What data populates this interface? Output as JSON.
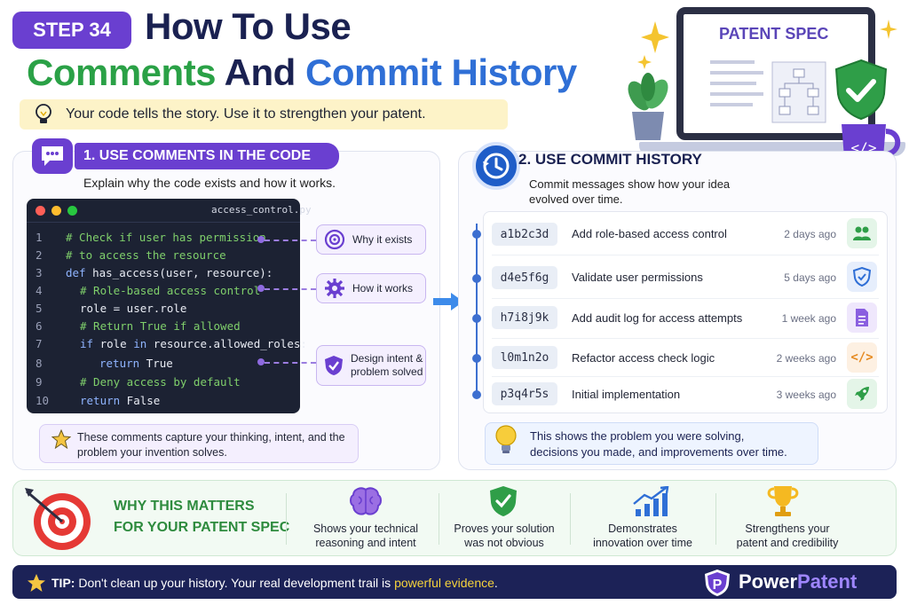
{
  "header": {
    "step": "STEP 34",
    "title_line1": "How To Use",
    "title_line2_part1": "Comments",
    "title_line2_part2": "And",
    "title_line2_part3": "Commit History",
    "tagline": "Your code tells the story. Use it to strengthen your patent."
  },
  "illustration": {
    "screen_label": "PATENT SPEC"
  },
  "comments_section": {
    "title": "1. USE COMMENTS IN THE CODE",
    "subtitle": "Explain why the code exists and how it works.",
    "filename": "access_control.py",
    "code_lines": [
      {
        "num": "1",
        "text": "# Check if user has permission"
      },
      {
        "num": "2",
        "text": "# to access the resource"
      },
      {
        "num": "3",
        "kw": "def",
        "text": " has_access(user, resource):"
      },
      {
        "num": "4",
        "text": "# Role-based access control"
      },
      {
        "num": "5",
        "text": "role = user.role"
      },
      {
        "num": "6",
        "text": "# Return True if allowed"
      },
      {
        "num": "7",
        "kw": "if",
        "text": " role ",
        "kw2": "in",
        "text2": " resource.allowed_roles:"
      },
      {
        "num": "8",
        "kw": "return",
        "text": " True"
      },
      {
        "num": "9",
        "text": "# Deny access by default"
      },
      {
        "num": "10",
        "kw": "return",
        "text": " False"
      }
    ],
    "callouts": [
      {
        "label": "Why it exists"
      },
      {
        "label": "How it works"
      },
      {
        "label_line1": "Design intent &",
        "label_line2": "problem solved"
      }
    ],
    "note": "These comments capture your thinking, intent, and the problem your invention solves."
  },
  "commit_section": {
    "title": "2. USE COMMIT HISTORY",
    "subtitle_line1": "Commit messages show how your idea",
    "subtitle_line2": "evolved over time.",
    "commits": [
      {
        "hash": "a1b2c3d",
        "message": "Add role-based access control",
        "when": "2 days ago",
        "icon": "users-icon",
        "color": "#e4f5e8"
      },
      {
        "hash": "d4e5f6g",
        "message": "Validate user permissions",
        "when": "5 days ago",
        "icon": "shield-check-icon",
        "color": "#e6eefc"
      },
      {
        "hash": "h7i8j9k",
        "message": "Add audit log for access attempts",
        "when": "1 week ago",
        "icon": "document-icon",
        "color": "#efe7fc"
      },
      {
        "hash": "l0m1n2o",
        "message": "Refactor access check logic",
        "when": "2 weeks ago",
        "icon": "code-icon",
        "color": "#fdf0e2"
      },
      {
        "hash": "p3q4r5s",
        "message": "Initial implementation",
        "when": "3 weeks ago",
        "icon": "rocket-icon",
        "color": "#e4f5e8"
      }
    ],
    "note_line1": "This shows the problem you were solving,",
    "note_line2": "decisions you made, and improvements over time."
  },
  "why": {
    "title_line1": "WHY THIS MATTERS",
    "title_line2": "FOR YOUR PATENT SPEC",
    "items": [
      {
        "line1": "Shows your technical",
        "line2": "reasoning and intent",
        "icon": "brain-icon"
      },
      {
        "line1": "Proves your solution",
        "line2": "was not obvious",
        "icon": "shield-check-icon"
      },
      {
        "line1": "Demonstrates",
        "line2": "innovation over time",
        "icon": "growth-chart-icon"
      },
      {
        "line1": "Strengthens your",
        "line2": "patent and credibility",
        "icon": "trophy-icon"
      }
    ]
  },
  "tip": {
    "label": "TIP:",
    "text": "Don't clean up your history. Your real development trail is ",
    "highlight": "powerful evidence",
    "end": "."
  },
  "brand": {
    "part1": "Power",
    "part2": "Patent"
  },
  "colors": {
    "purple": "#6a3fd0",
    "navy": "#1a2151",
    "green": "#2aa146",
    "blue": "#2f6fd6",
    "yellow_highlight": "#f5d23c"
  }
}
